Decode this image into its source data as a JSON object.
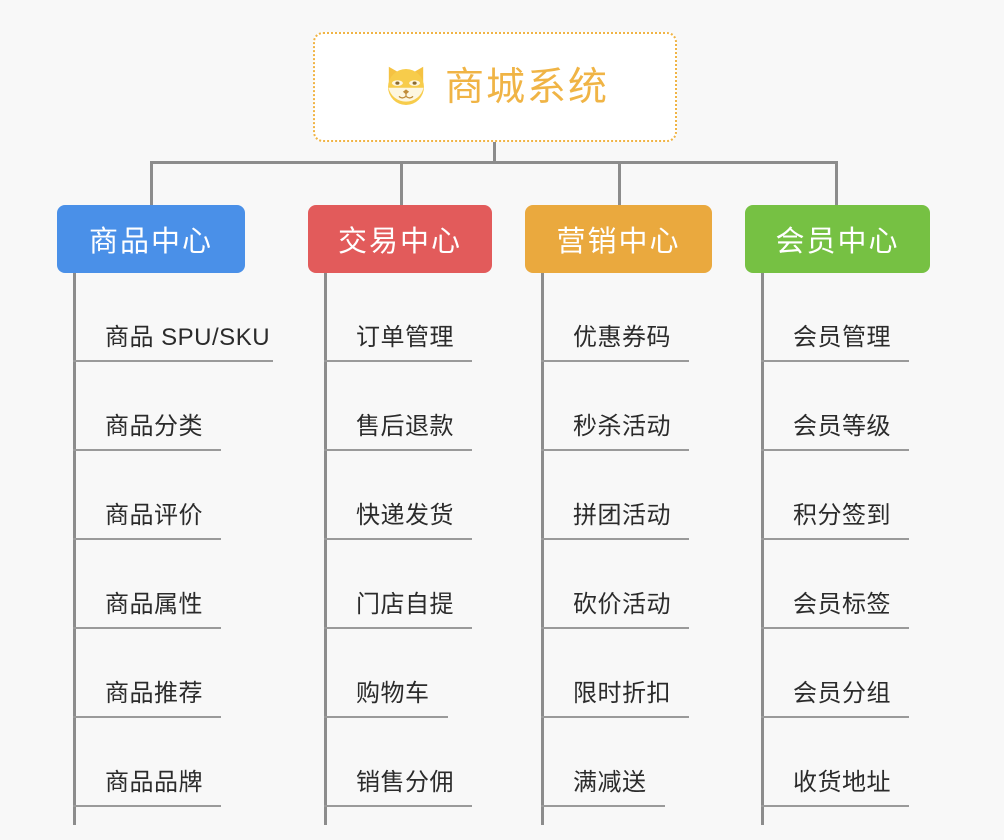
{
  "diagram": {
    "type": "org-chart",
    "background_color": "#f8f8f8",
    "root": {
      "label": "商城系统",
      "icon": "shiba-dog-icon",
      "text_color": "#f0b445",
      "border_color": "#f0b445",
      "background_color": "#ffffff"
    },
    "connector_color": "#8c8c8c",
    "branches": [
      {
        "label": "商品中心",
        "color": "#4a90e8",
        "text_color": "#ffffff",
        "items": [
          "商品 SPU/SKU",
          "商品分类",
          "商品评价",
          "商品属性",
          "商品推荐",
          "商品品牌"
        ]
      },
      {
        "label": "交易中心",
        "color": "#e25b5b",
        "text_color": "#ffffff",
        "items": [
          "订单管理",
          "售后退款",
          "快递发货",
          "门店自提",
          "购物车",
          "销售分佣"
        ]
      },
      {
        "label": "营销中心",
        "color": "#eaa93e",
        "text_color": "#ffffff",
        "items": [
          "优惠券码",
          "秒杀活动",
          "拼团活动",
          "砍价活动",
          "限时折扣",
          "满减送"
        ]
      },
      {
        "label": "会员中心",
        "color": "#76c143",
        "text_color": "#ffffff",
        "items": [
          "会员管理",
          "会员等级",
          "积分签到",
          "会员标签",
          "会员分组",
          "收货地址"
        ]
      }
    ]
  }
}
